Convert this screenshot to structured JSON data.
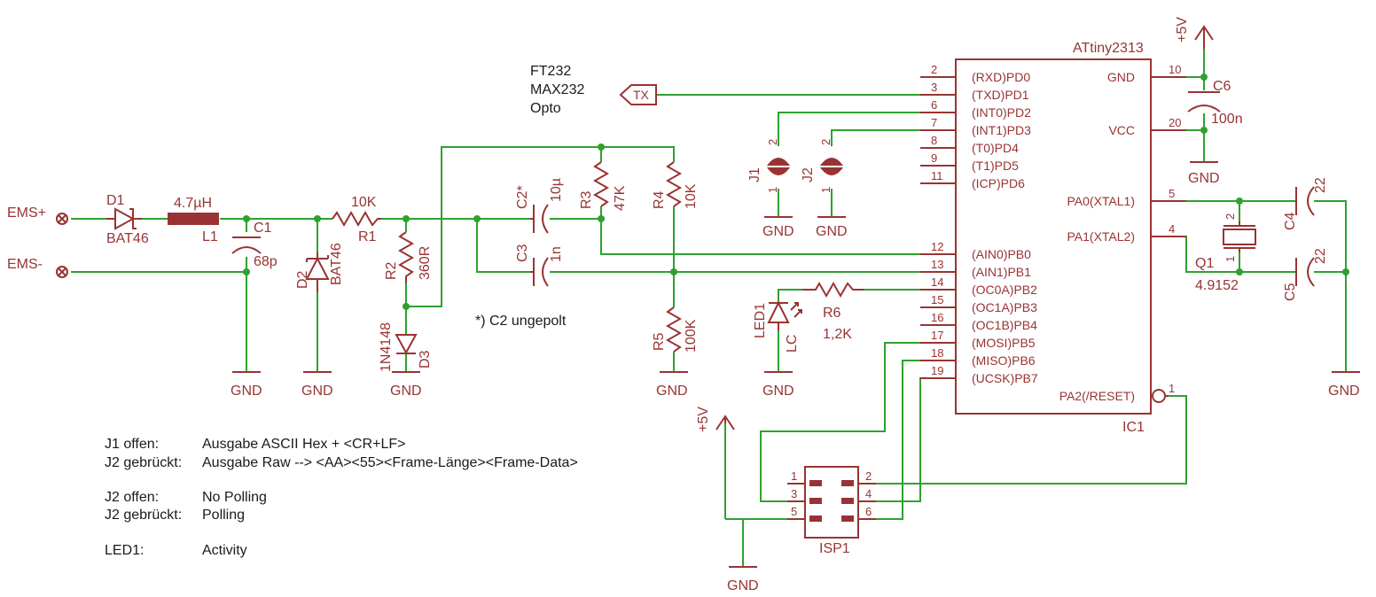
{
  "ports": {
    "ems_plus": "EMS+",
    "ems_minus": "EMS-",
    "tx": "TX"
  },
  "interface_labels": [
    "FT232",
    "MAX232",
    "Opto"
  ],
  "parts": {
    "d1": {
      "name": "D1",
      "value": "BAT46"
    },
    "l1": {
      "name": "L1",
      "value": "4.7µH"
    },
    "c1": {
      "name": "C1",
      "value": "68p"
    },
    "d2": {
      "name": "D2",
      "value": "BAT46"
    },
    "r1": {
      "name": "R1",
      "value": "10K"
    },
    "r2": {
      "name": "R2",
      "value": "360R"
    },
    "d3": {
      "name": "D3",
      "value": "1N4148"
    },
    "c2": {
      "name": "C2*",
      "value": "10µ"
    },
    "c3": {
      "name": "C3",
      "value": "1n"
    },
    "r3": {
      "name": "R3",
      "value": "47K"
    },
    "r4": {
      "name": "R4",
      "value": "10K"
    },
    "r5": {
      "name": "R5",
      "value": "100K"
    },
    "j1": {
      "name": "J1"
    },
    "j2": {
      "name": "J2"
    },
    "led1": {
      "name": "LED1",
      "value": "LC"
    },
    "r6": {
      "name": "R6",
      "value": "1,2K"
    },
    "ic1": {
      "name": "IC1",
      "value": "ATtiny2313"
    },
    "c6": {
      "name": "C6",
      "value": "100n"
    },
    "c4": {
      "name": "C4",
      "value": "22"
    },
    "c5": {
      "name": "C5",
      "value": "22"
    },
    "q1": {
      "name": "Q1",
      "value": "4.9152"
    },
    "isp1": {
      "name": "ISP1"
    }
  },
  "supply": {
    "gnd": "GND",
    "vcc": "+5V"
  },
  "ic_left_pins": [
    {
      "num": "2",
      "name": "(RXD)PD0"
    },
    {
      "num": "3",
      "name": "(TXD)PD1"
    },
    {
      "num": "6",
      "name": "(INT0)PD2"
    },
    {
      "num": "7",
      "name": "(INT1)PD3"
    },
    {
      "num": "8",
      "name": "(T0)PD4"
    },
    {
      "num": "9",
      "name": "(T1)PD5"
    },
    {
      "num": "11",
      "name": "(ICP)PD6"
    },
    {
      "num": "12",
      "name": "(AIN0)PB0"
    },
    {
      "num": "13",
      "name": "(AIN1)PB1"
    },
    {
      "num": "14",
      "name": "(OC0A)PB2"
    },
    {
      "num": "15",
      "name": "(OC1A)PB3"
    },
    {
      "num": "16",
      "name": "(OC1B)PB4"
    },
    {
      "num": "17",
      "name": "(MOSI)PB5"
    },
    {
      "num": "18",
      "name": "(MISO)PB6"
    },
    {
      "num": "19",
      "name": "(UCSK)PB7"
    }
  ],
  "ic_right_pins": [
    {
      "num": "10",
      "name": "GND"
    },
    {
      "num": "20",
      "name": "VCC"
    },
    {
      "num": "5",
      "name": "PA0(XTAL1)"
    },
    {
      "num": "4",
      "name": "PA1(XTAL2)"
    },
    {
      "num": "1",
      "name": "PA2(/RESET)"
    }
  ],
  "pin_numbers": {
    "one": "1",
    "two": "2",
    "three": "3",
    "four": "4",
    "five": "5",
    "six": "6"
  },
  "notes": {
    "c2": "*) C2 ungepolt",
    "rows": [
      {
        "label": "J1 offen:",
        "value": "Ausgabe ASCII Hex + <CR+LF>"
      },
      {
        "label": "J2 gebrückt:",
        "value": "Ausgabe Raw  -->  <AA><55><Frame-Länge><Frame-Data>"
      },
      {
        "label": "J2 offen:",
        "value": "No Polling"
      },
      {
        "label": "J2 gebrückt:",
        "value": "Polling"
      },
      {
        "label": "LED1:",
        "value": "Activity"
      }
    ]
  }
}
